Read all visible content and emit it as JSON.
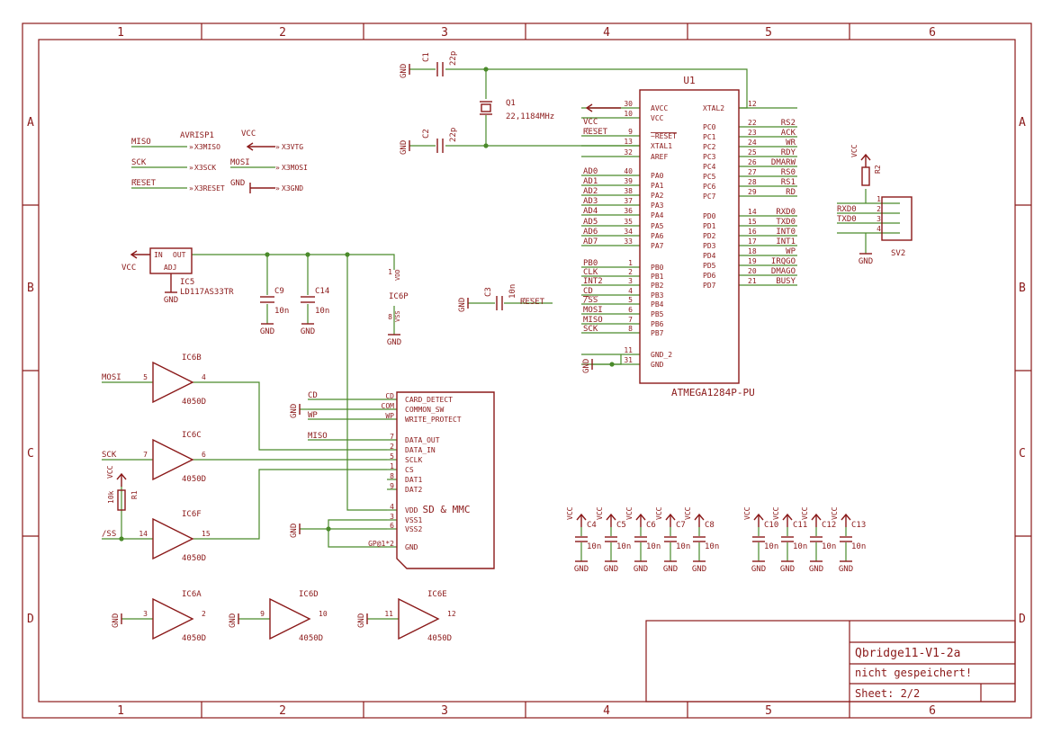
{
  "sheet": {
    "columns": [
      "1",
      "2",
      "3",
      "4",
      "5",
      "6"
    ],
    "rows": [
      "A",
      "B",
      "C",
      "D"
    ]
  },
  "title_block": {
    "name": "Qbridge11-V1-2a",
    "status": "nicht gespeichert!",
    "sheet": "Sheet: 2/2"
  },
  "u1": {
    "ref": "U1",
    "value": "ATMEGA1284P-PU",
    "left_pins": [
      {
        "num": "30",
        "name": "AVCC",
        "net": ""
      },
      {
        "num": "10",
        "name": "VCC",
        "net": ""
      },
      {
        "num": "9",
        "name": "~RESET",
        "net": "RESET"
      },
      {
        "num": "13",
        "name": "XTAL1",
        "net": ""
      },
      {
        "num": "32",
        "name": "AREF",
        "net": ""
      },
      {
        "num": "40",
        "name": "PA0",
        "net": "AD0"
      },
      {
        "num": "39",
        "name": "PA1",
        "net": "AD1"
      },
      {
        "num": "38",
        "name": "PA2",
        "net": "AD2"
      },
      {
        "num": "37",
        "name": "PA3",
        "net": "AD3"
      },
      {
        "num": "36",
        "name": "PA4",
        "net": "AD4"
      },
      {
        "num": "35",
        "name": "PA5",
        "net": "AD5"
      },
      {
        "num": "34",
        "name": "PA6",
        "net": "AD6"
      },
      {
        "num": "33",
        "name": "PA7",
        "net": "AD7"
      },
      {
        "num": "1",
        "name": "PB0",
        "net": "PB0"
      },
      {
        "num": "2",
        "name": "PB1",
        "net": "CLK"
      },
      {
        "num": "3",
        "name": "PB2",
        "net": "INT2"
      },
      {
        "num": "4",
        "name": "PB3",
        "net": "CD"
      },
      {
        "num": "5",
        "name": "PB4",
        "net": "/SS"
      },
      {
        "num": "6",
        "name": "PB5",
        "net": "MOSI"
      },
      {
        "num": "7",
        "name": "PB6",
        "net": "MISO"
      },
      {
        "num": "8",
        "name": "PB7",
        "net": "SCK"
      },
      {
        "num": "11",
        "name": "GND_2",
        "net": ""
      },
      {
        "num": "31",
        "name": "GND",
        "net": ""
      }
    ],
    "right_pins": [
      {
        "num": "12",
        "name": "XTAL2",
        "net": ""
      },
      {
        "num": "22",
        "name": "PC0",
        "net": "RS2"
      },
      {
        "num": "23",
        "name": "PC1",
        "net": "ACK"
      },
      {
        "num": "24",
        "name": "PC2",
        "net": "WR"
      },
      {
        "num": "25",
        "name": "PC3",
        "net": "RDY"
      },
      {
        "num": "26",
        "name": "PC4",
        "net": "DMARW"
      },
      {
        "num": "27",
        "name": "PC5",
        "net": "RS0"
      },
      {
        "num": "28",
        "name": "PC6",
        "net": "RS1"
      },
      {
        "num": "29",
        "name": "PC7",
        "net": "RD"
      },
      {
        "num": "14",
        "name": "PD0",
        "net": "RXD0"
      },
      {
        "num": "15",
        "name": "PD1",
        "net": "TXD0"
      },
      {
        "num": "16",
        "name": "PD2",
        "net": "INT0"
      },
      {
        "num": "17",
        "name": "PD3",
        "net": "INT1"
      },
      {
        "num": "18",
        "name": "PD4",
        "net": "WP"
      },
      {
        "num": "19",
        "name": "PD5",
        "net": "IRQGO"
      },
      {
        "num": "20",
        "name": "PD6",
        "net": "DMAGO"
      },
      {
        "num": "21",
        "name": "PD7",
        "net": "BUSY"
      }
    ]
  },
  "crystal": {
    "ref": "Q1",
    "value": "22,1184MHz"
  },
  "caps_top": [
    {
      "ref": "C1",
      "value": "22p"
    },
    {
      "ref": "C2",
      "value": "22p"
    },
    {
      "ref": "C3",
      "value": "10n"
    }
  ],
  "labels": {
    "gnd": "GND",
    "vcc": "VCC",
    "reset": "RESET"
  },
  "avrisp": {
    "ref": "AVRISP1",
    "vcc": "VCC",
    "rows": [
      {
        "net": "MISO",
        "pin": "X3MISO"
      },
      {
        "net": "SCK",
        "pin": "X3SCK"
      },
      {
        "net": "RESET",
        "pin": "X3RESET"
      }
    ],
    "rows_right": [
      {
        "net": "",
        "pin": "X3VTG"
      },
      {
        "net": "MOSI",
        "pin": "X3MOSI"
      },
      {
        "net": "GND",
        "pin": "X3GND"
      }
    ]
  },
  "regulator": {
    "ref": "IC5",
    "value": "LD117AS33TR",
    "in": "IN",
    "out": "OUT",
    "adj": "ADJ"
  },
  "caps_reg": [
    {
      "ref": "C9",
      "value": "10n"
    },
    {
      "ref": "C14",
      "value": "10n"
    }
  ],
  "ic6p": {
    "ref": "IC6P",
    "vdd": "VDD",
    "vss": "VSS",
    "pin_vdd": "1",
    "pin_vss": "8"
  },
  "buffers": [
    {
      "ref": "IC6B",
      "value": "4050D",
      "in": "5",
      "out": "4",
      "net": "MOSI"
    },
    {
      "ref": "IC6C",
      "value": "4050D",
      "in": "7",
      "out": "6",
      "net": "SCK"
    },
    {
      "ref": "IC6F",
      "value": "4050D",
      "in": "14",
      "out": "15",
      "net": "/SS"
    },
    {
      "ref": "IC6A",
      "value": "4050D",
      "in": "3",
      "out": "2",
      "net": "GND"
    },
    {
      "ref": "IC6D",
      "value": "4050D",
      "in": "9",
      "out": "10",
      "net": "GND"
    },
    {
      "ref": "IC6E",
      "value": "4050D",
      "in": "11",
      "out": "12",
      "net": "GND"
    }
  ],
  "r1": {
    "ref": "R1",
    "value": "10k"
  },
  "r2": {
    "ref": "R2"
  },
  "sd": {
    "title": "SD & MMC",
    "pins": [
      {
        "num": "CD",
        "name": "CARD_DETECT",
        "net": "CD"
      },
      {
        "num": "COM",
        "name": "COMMON_SW",
        "net": ""
      },
      {
        "num": "WP",
        "name": "WRITE_PROTECT",
        "net": "WP"
      },
      {
        "num": "7",
        "name": "DATA_OUT",
        "net": "MISO"
      },
      {
        "num": "2",
        "name": "DATA_IN",
        "net": ""
      },
      {
        "num": "5",
        "name": "SCLK",
        "net": ""
      },
      {
        "num": "1",
        "name": "CS",
        "net": ""
      },
      {
        "num": "8",
        "name": "DAT1",
        "net": ""
      },
      {
        "num": "9",
        "name": "DAT2",
        "net": ""
      },
      {
        "num": "4",
        "name": "VDD",
        "net": ""
      },
      {
        "num": "3",
        "name": "VSS1",
        "net": ""
      },
      {
        "num": "6",
        "name": "VSS2",
        "net": ""
      },
      {
        "num": "GP@1*2",
        "name": "GND",
        "net": ""
      }
    ]
  },
  "sv2": {
    "ref": "SV2",
    "pins": [
      "1",
      "2",
      "3",
      "4"
    ],
    "nets": [
      "",
      "RXD0",
      "TXD0",
      ""
    ]
  },
  "decoupling": [
    {
      "ref": "C4",
      "value": "10n"
    },
    {
      "ref": "C5",
      "value": "10n"
    },
    {
      "ref": "C6",
      "value": "10n"
    },
    {
      "ref": "C7",
      "value": "10n"
    },
    {
      "ref": "C8",
      "value": "10n"
    },
    {
      "ref": "C10",
      "value": "10n"
    },
    {
      "ref": "C11",
      "value": "10n"
    },
    {
      "ref": "C12",
      "value": "10n"
    },
    {
      "ref": "C13",
      "value": "10n"
    }
  ]
}
